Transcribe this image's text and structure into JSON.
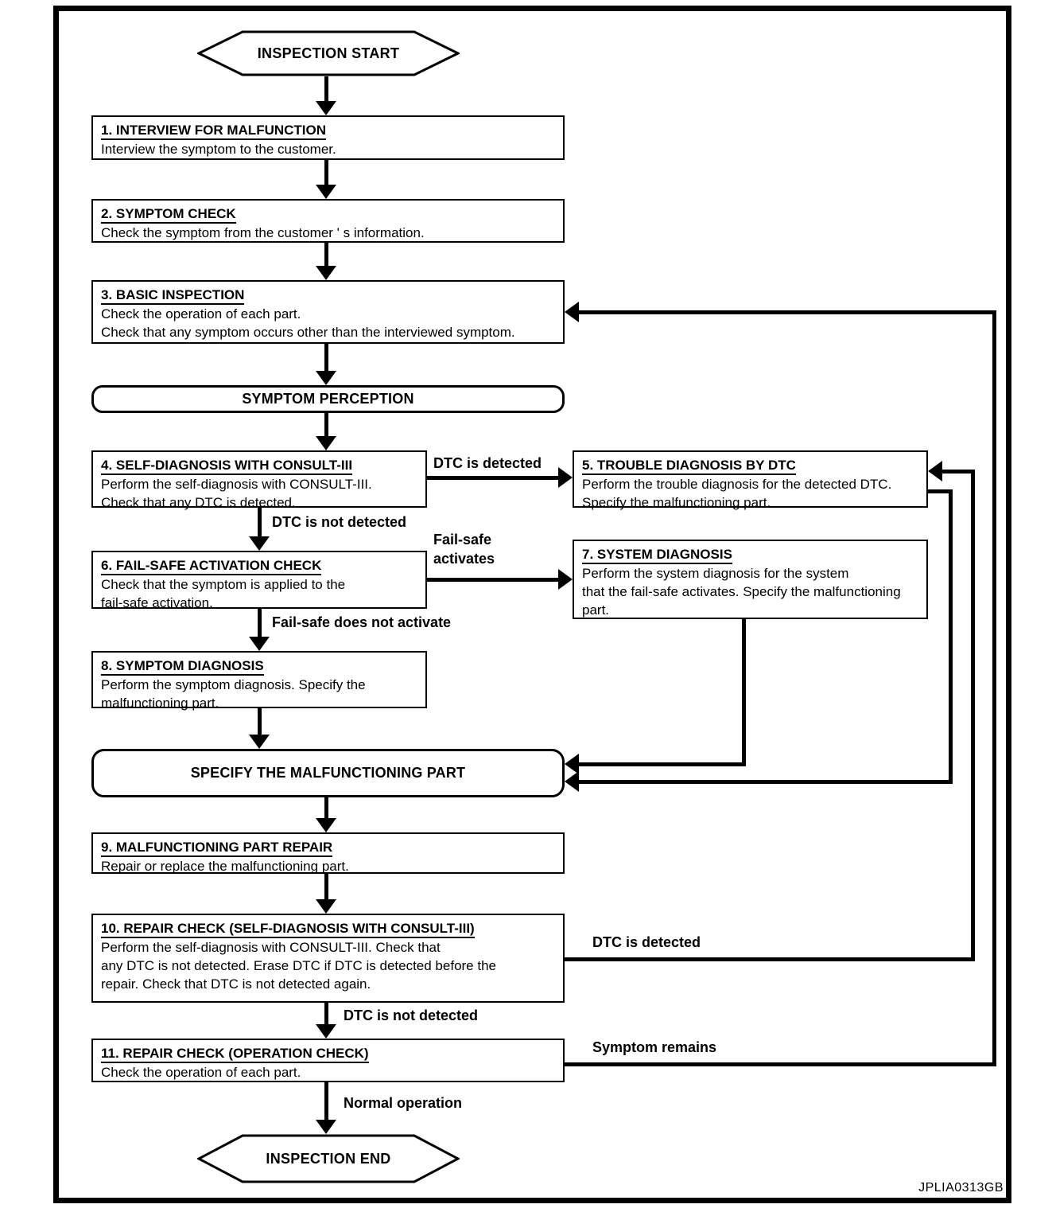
{
  "figure_code": "JPLIA0313GB",
  "terminators": {
    "start": "INSPECTION START",
    "end": "INSPECTION END"
  },
  "connectors": {
    "symptom_perception": "SYMPTOM PERCEPTION",
    "specify": "SPECIFY THE MALFUNCTIONING PART"
  },
  "steps": [
    {
      "title": "1. INTERVIEW FOR MALFUNCTION",
      "body": "Interview the symptom to the customer."
    },
    {
      "title": "2. SYMPTOM CHECK",
      "body": "Check the symptom from the customer ' s information."
    },
    {
      "title": "3. BASIC INSPECTION",
      "body": "Check the operation of each part.\nCheck that any symptom occurs other than the interviewed symptom."
    },
    {
      "title": "4. SELF-DIAGNOSIS WITH CONSULT-III",
      "body": "Perform the self-diagnosis with CONSULT-III.\nCheck that any DTC is detected."
    },
    {
      "title": "5. TROUBLE DIAGNOSIS BY DTC",
      "body": "Perform the trouble diagnosis for the detected DTC.\nSpecify the malfunctioning part."
    },
    {
      "title": "6. FAIL-SAFE ACTIVATION CHECK",
      "body": "Check that the symptom is applied to the\nfail-safe activation."
    },
    {
      "title": "7. SYSTEM DIAGNOSIS",
      "body": "Perform the system diagnosis for the system\nthat the fail-safe activates. Specify the malfunctioning\npart."
    },
    {
      "title": "8. SYMPTOM DIAGNOSIS",
      "body": "Perform the symptom diagnosis. Specify the\nmalfunctioning part."
    },
    {
      "title": "9. MALFUNCTIONING PART REPAIR",
      "body": "Repair or replace the malfunctioning part."
    },
    {
      "title": "10. REPAIR CHECK (SELF-DIAGNOSIS WITH CONSULT-III)",
      "body": "Perform the self-diagnosis with CONSULT-III. Check that\nany DTC is not detected. Erase DTC if DTC is detected before the\nrepair. Check that DTC is not detected again."
    },
    {
      "title": "11. REPAIR CHECK (OPERATION CHECK)",
      "body": "Check the operation of each part."
    }
  ],
  "edge_labels": {
    "dtc_detected_top": "DTC is detected",
    "dtc_not_detected_mid": "DTC is not detected",
    "fail_safe_activates": "Fail-safe\nactivates",
    "fail_safe_does_not_activate": "Fail-safe does not activate",
    "dtc_detected_bottom": "DTC is detected",
    "dtc_not_detected_bottom": "DTC is not detected",
    "symptom_remains": "Symptom remains",
    "normal_operation": "Normal operation"
  },
  "colors": {
    "line": "#000000",
    "background": "#ffffff"
  }
}
